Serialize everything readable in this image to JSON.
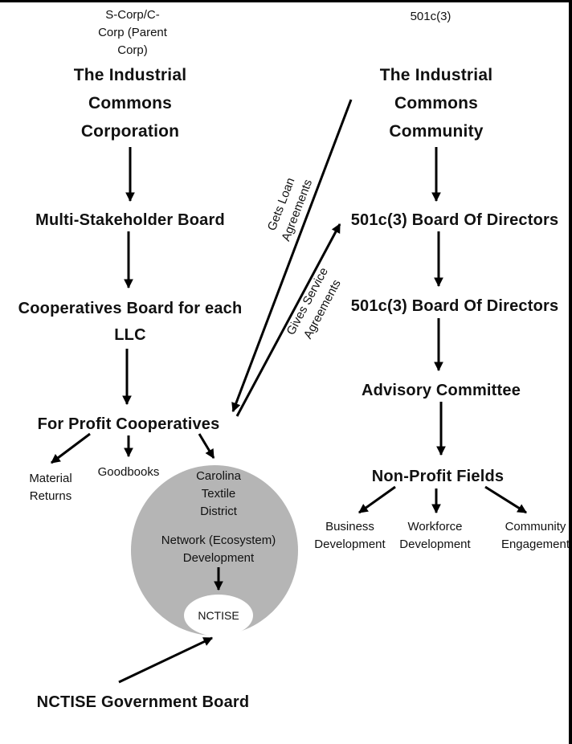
{
  "chart": {
    "left_column": {
      "header": "S-Corp/C-Corp (Parent Corp)",
      "root": "The Industrial Commons Corporation",
      "board": "Multi-Stakeholder Board",
      "coop_board": "Cooperatives Board for each LLC",
      "for_profit": "For Profit Cooperatives",
      "material_returns": "Material Returns",
      "goodbooks": "Goodbooks",
      "circle_title": "Carolina Textile District",
      "circle_body": "Network (Ecosystem) Development",
      "nctise": "NCTISE",
      "gov_board": "NCTISE Government Board"
    },
    "right_column": {
      "header": "501c(3)",
      "root": "The Industrial Commons Community",
      "board1": "501c(3) Board Of Directors",
      "board2": "501c(3) Board Of Directors",
      "advisory": "Advisory Committee",
      "nonprofit_fields": "Non-Profit Fields",
      "business": "Business Development",
      "workforce": "Workforce Development",
      "community": "Community Engagement"
    },
    "cross_links": {
      "gets_loan": "Gets Loan Agreements",
      "gives_service": "Gives Service Agreements"
    },
    "colors": {
      "circle_fill": "#b5b5b5",
      "line": "#000000",
      "background": "#ffffff"
    }
  }
}
